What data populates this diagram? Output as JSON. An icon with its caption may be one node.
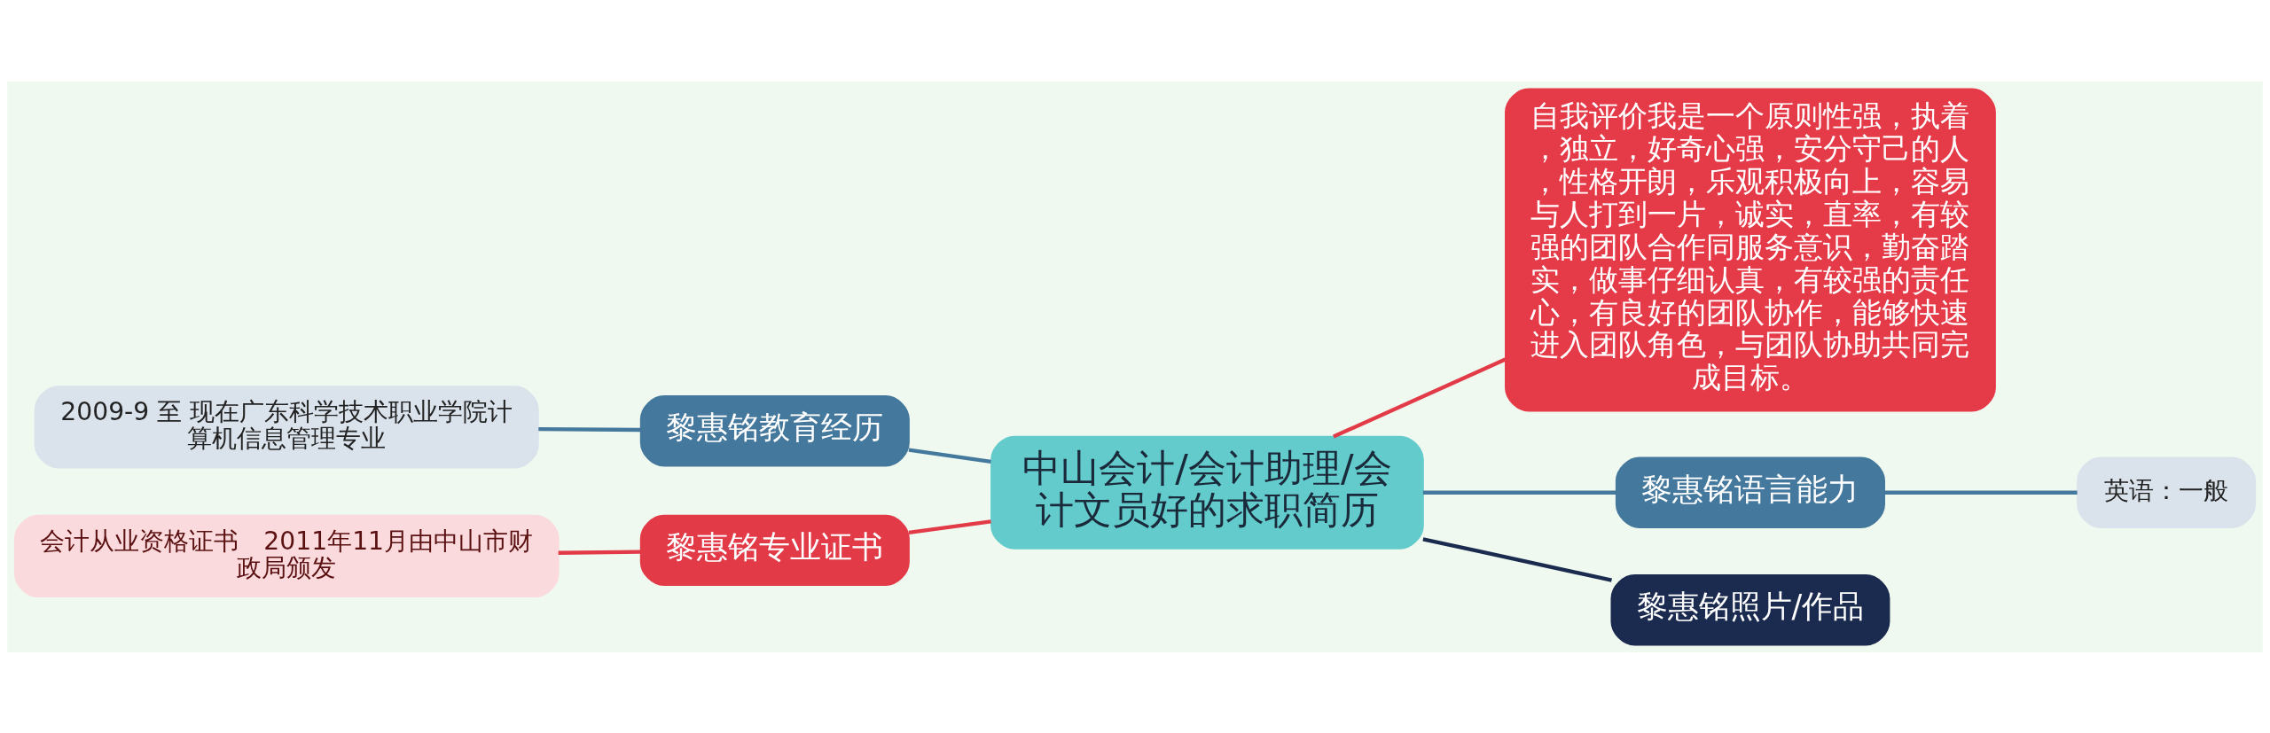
{
  "diagram": {
    "nodes": [
      {
        "text": [
          "中山会计/会计助理/会计文员好的求职简历"
        ]
      },
      {
        "text": [
          "黎惠铭教育经历"
        ]
      },
      {
        "text": [
          "2009-9 至 现在广东科学技术职业学院计算机信息管理专业"
        ]
      },
      {
        "text": [
          "黎惠铭专业证书"
        ]
      },
      {
        "text": [
          "会计从业资格证书　2011年11月由中山市财政局颁发"
        ]
      },
      {
        "text": [
          "自我评价我是一个原则性强，执着，独立，好奇心强，安分守己的人，性格开朗，乐观积极向上，容易与人打到一片，诚实，直率，有较强的团队合作同服务意识，勤奋踏实，做事仔细认真，有较强的责任心，有良好的团队协作，能够快速进入团队角色，与团队协助共同完成目标。"
        ]
      },
      {
        "text": [
          "黎惠铭语言能力"
        ]
      },
      {
        "text": [
          "英语：一般"
        ]
      },
      {
        "text": [
          "黎惠铭照片/作品"
        ]
      }
    ],
    "edges": [
      {
        "from": 1,
        "to": 0,
        "arrow": "none"
      },
      {
        "from": 2,
        "to": 1,
        "arrow": "none"
      },
      {
        "from": 3,
        "to": 0,
        "arrow": "none",
        "color": "#e23a47"
      },
      {
        "from": 4,
        "to": 3,
        "arrow": "none",
        "color": "#e23a47"
      },
      {
        "from": 0,
        "to": 5,
        "arrow": "none",
        "color": "#e23a47"
      },
      {
        "from": 0,
        "to": 6,
        "arrow": "none"
      },
      {
        "from": 6,
        "to": 7,
        "arrow": "none"
      },
      {
        "from": 0,
        "to": 8,
        "arrow": "none",
        "color": "#1b2b4f"
      }
    ]
  }
}
